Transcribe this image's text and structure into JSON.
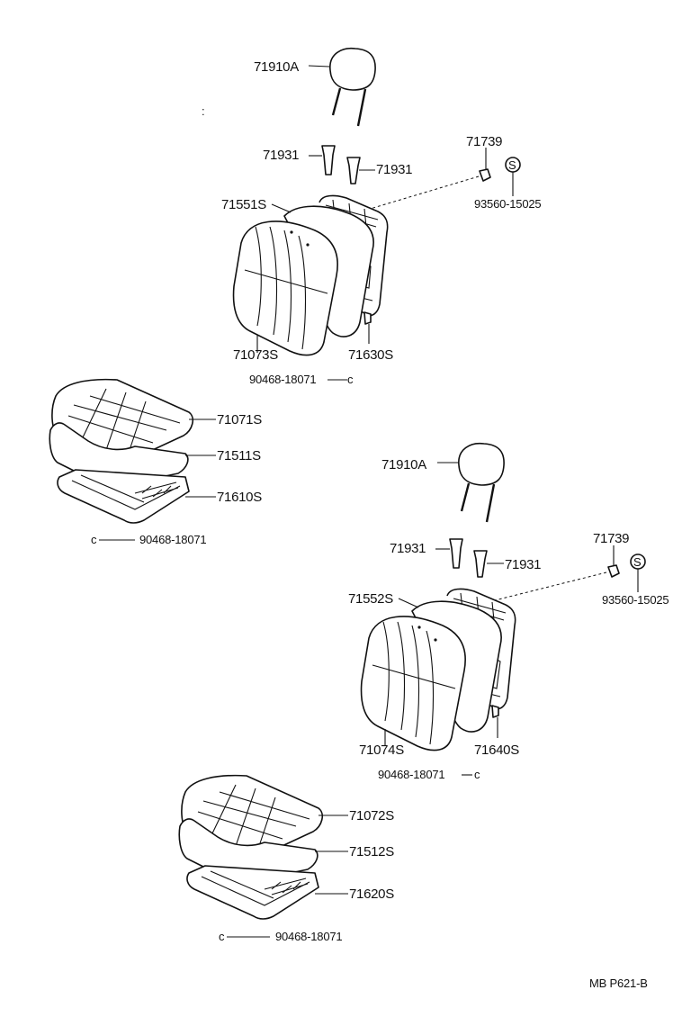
{
  "labels": {
    "hr1_headrest": "71910A",
    "hr1_guide_left": "71931",
    "hr1_guide_right": "71931",
    "hr1_clip": "71739",
    "hr1_screw": "93560-15025",
    "hr1_back_cover": "71551S",
    "hr1_back_pad": "71073S",
    "hr1_back_frame": "71630S",
    "hr1_hogring": "90468-18071",
    "cu1_pad": "71071S",
    "cu1_cover": "71511S",
    "cu1_frame": "71610S",
    "cu1_hogring": "90468-18071",
    "hr2_headrest": "71910A",
    "hr2_guide_left": "71931",
    "hr2_guide_right": "71931",
    "hr2_clip": "71739",
    "hr2_screw": "93560-15025",
    "hr2_back_cover": "71552S",
    "hr2_back_pad": "71074S",
    "hr2_back_frame": "71640S",
    "hr2_hogring": "90468-18071",
    "cu2_pad": "71072S",
    "cu2_cover": "71512S",
    "cu2_frame": "71620S",
    "cu2_hogring": "90468-18071",
    "screw_symbol": "S",
    "footer_code": "MB  P621-B"
  }
}
